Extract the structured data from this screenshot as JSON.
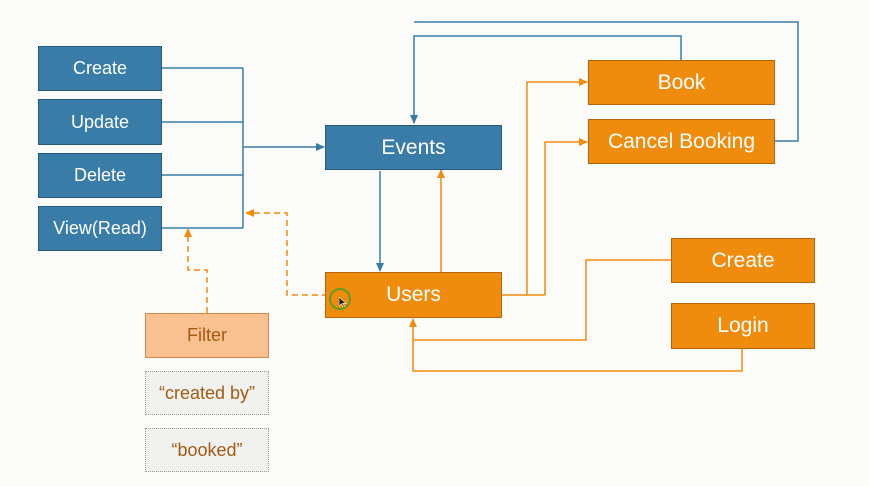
{
  "diagram": {
    "event_actions": {
      "create": "Create",
      "update": "Update",
      "delete": "Delete",
      "view": "View(Read)"
    },
    "events": "Events",
    "users": "Users",
    "book": "Book",
    "cancel_booking": "Cancel Booking",
    "user_actions": {
      "create": "Create",
      "login": "Login"
    },
    "filter": "Filter",
    "filter_options": [
      "“created by”",
      "“booked”"
    ]
  },
  "colors": {
    "blue": "#3a7ca8",
    "orange": "#ef8c0e",
    "peach": "#f9c18f",
    "note": "#f1f1ef",
    "cursor_ring": "#5b9c22"
  }
}
